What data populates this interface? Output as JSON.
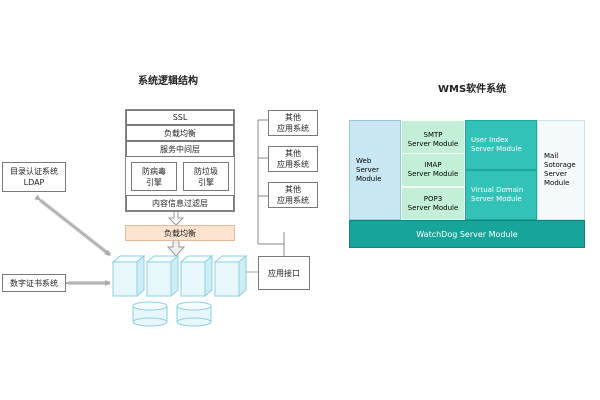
{
  "left": {
    "title": "系统逻辑结构",
    "stack": {
      "ssl": "SSL",
      "load_balance_top": "负载均衡",
      "middleware": "服务中间层",
      "antivirus": "防病毒\n引擎",
      "antispam": "防垃圾\n引擎",
      "content_filter": "内容信息过滤层"
    },
    "load_balance_bottom": "负载均衡",
    "other_apps": [
      "其他\n应用系统",
      "其他\n应用系统",
      "其他\n应用系统"
    ],
    "app_interface": "应用接口",
    "directory_auth": "目录认证系统\nLDAP",
    "cert_system": "数字证书系统"
  },
  "right": {
    "title": "WMS软件系统",
    "web_server": "Web\nServer\nModule",
    "smtp": "SMTP\nServer Module",
    "imap": "IMAP\nServer Module",
    "pop3": "POP3\nServer Module",
    "user_index": "User Index\nServer Module",
    "virtual_domain": "Virtual Domain\nServer Module",
    "mail_storage": "Mail\nSotorage\nServer\nModule",
    "watchdog": "WatchDog Server Module"
  },
  "colors": {
    "peach": "#fbe3d0",
    "light_blue": "#c9e6f3",
    "light_green": "#c2efd6",
    "teal": "#33c2b8",
    "dark_teal": "#17a49a"
  }
}
